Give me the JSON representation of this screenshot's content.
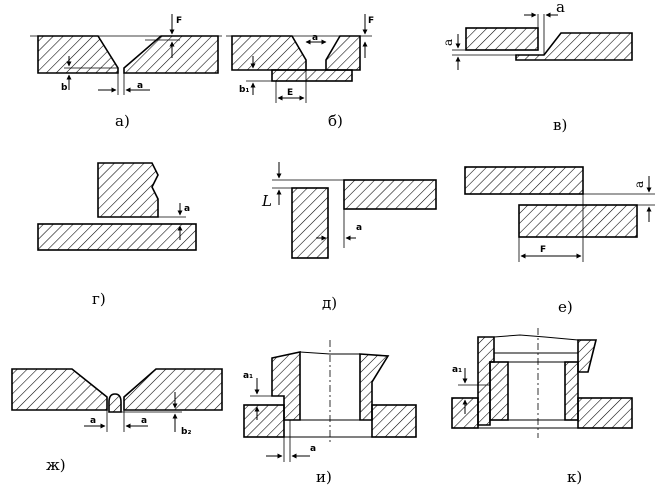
{
  "figures": [
    {
      "id": "a",
      "caption": "а)",
      "labels": [
        "F",
        "b",
        "a"
      ]
    },
    {
      "id": "b",
      "caption": "б)",
      "labels": [
        "F",
        "a",
        "b₁",
        "E"
      ]
    },
    {
      "id": "v",
      "caption": "в)",
      "labels": [
        "a",
        "a"
      ]
    },
    {
      "id": "g",
      "caption": "г)",
      "labels": [
        "a"
      ]
    },
    {
      "id": "d",
      "caption": "д)",
      "labels": [
        "L",
        "a"
      ]
    },
    {
      "id": "e",
      "caption": "е)",
      "labels": [
        "a",
        "F"
      ]
    },
    {
      "id": "zh",
      "caption": "ж)",
      "labels": [
        "a",
        "a",
        "b₂"
      ]
    },
    {
      "id": "i",
      "caption": "и)",
      "labels": [
        "a₁",
        "a"
      ]
    },
    {
      "id": "k",
      "caption": "к)",
      "labels": [
        "a₁"
      ]
    }
  ]
}
